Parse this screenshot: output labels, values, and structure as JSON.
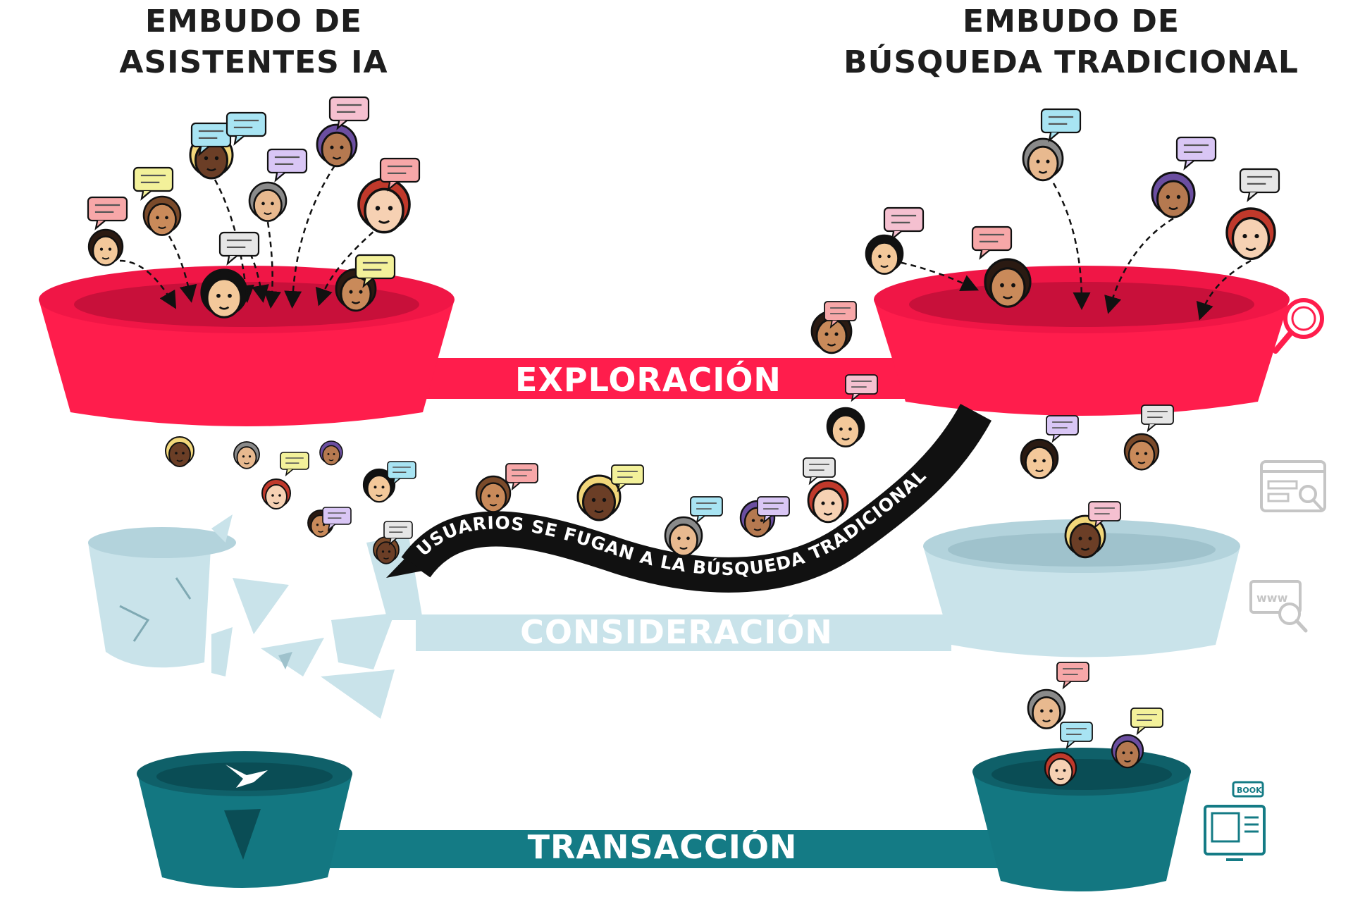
{
  "titles": {
    "left_line1": "EMBUDO DE",
    "left_line2": "ASISTENTES IA",
    "right_line1": "EMBUDO DE",
    "right_line2": "BÚSQUEDA TRADICIONAL"
  },
  "stages": {
    "exploration": "EXPLORACIÓN",
    "consideration": "CONSIDERACIÓN",
    "transaction": "TRANSACCIÓN"
  },
  "leak_banner": "USUARIOS SE FUGAN A LA BÚSQUEDA TRADICIONAL",
  "icons": {
    "exploration": "magnifier-icon",
    "consideration_1": "browser-search-icon",
    "consideration_2": "www-search-icon",
    "transaction": "booking-monitor-icon",
    "book_tag": "BOOK",
    "www_tag": "www"
  },
  "colors": {
    "exploration": "#ff1d4c",
    "consideration": "#c9e3ea",
    "transaction": "#147b85",
    "banner": "#111111"
  }
}
